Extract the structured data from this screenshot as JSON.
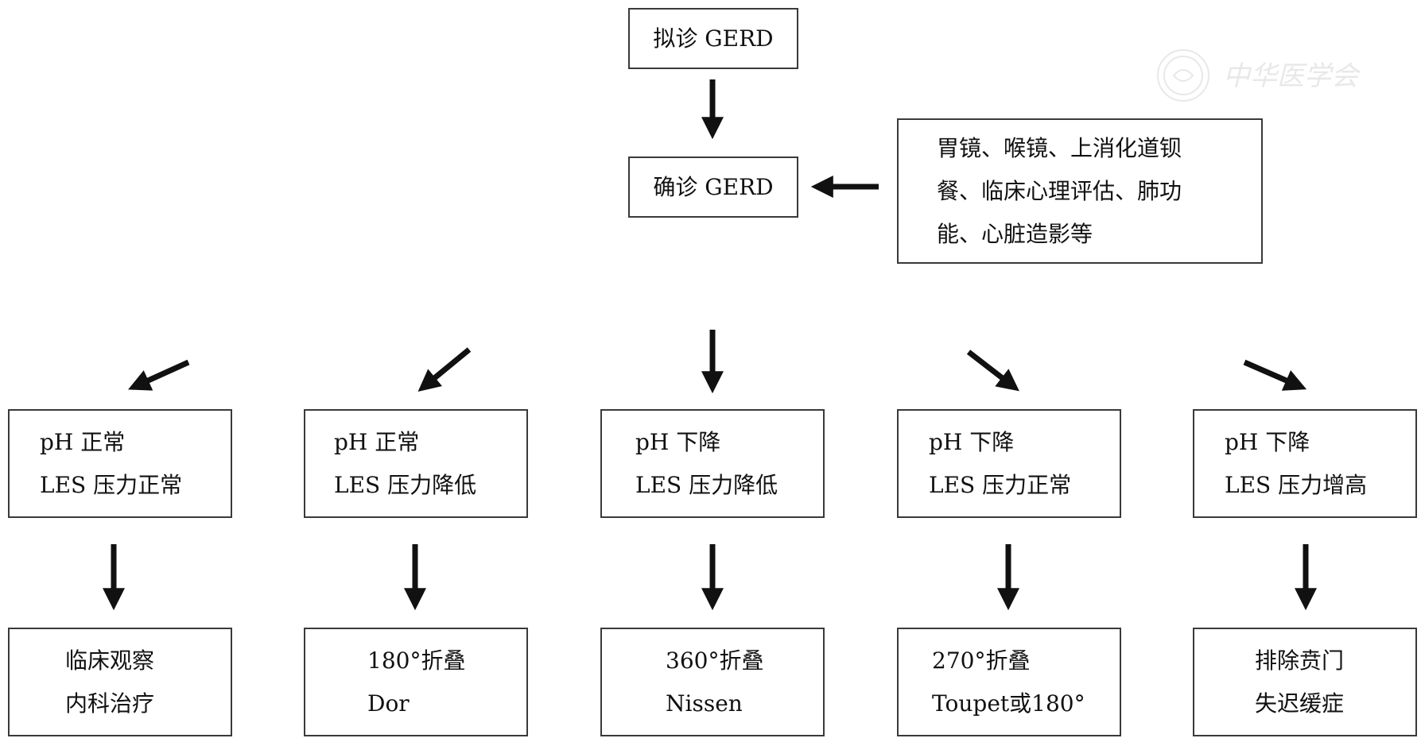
{
  "nodes": {
    "suspected": "拟诊 GERD",
    "confirmed": "确诊 GERD",
    "tests": {
      "lines": [
        "胃镜、喉镜、上消化道钡",
        "餐、临床心理评估、肺功",
        "能、心脏造影等"
      ]
    },
    "conditions": [
      {
        "line1": "pH  正常",
        "line2": "LES  压力正常"
      },
      {
        "line1": "pH  正常",
        "line2": "LES  压力降低"
      },
      {
        "line1": "pH  下降",
        "line2": "LES  压力降低"
      },
      {
        "line1": "pH  下降",
        "line2": "LES  压力正常"
      },
      {
        "line1": "pH  下降",
        "line2": "LES  压力增高"
      }
    ],
    "treatments": [
      {
        "line1": "临床观察",
        "line2": "内科治疗"
      },
      {
        "line1": "180°折叠",
        "line2": "Dor"
      },
      {
        "line1": "360°折叠",
        "line2": "Nissen"
      },
      {
        "line1": "270°折叠",
        "line2": "Toupet或180°"
      },
      {
        "line1": "排除贲门",
        "line2": "失迟缓症"
      }
    ]
  },
  "watermark": {
    "text": "中华医学会",
    "color": "#9a9a9a"
  },
  "colors": {
    "border": "#3a3a3a",
    "arrow": "#111111",
    "text": "#111111"
  }
}
